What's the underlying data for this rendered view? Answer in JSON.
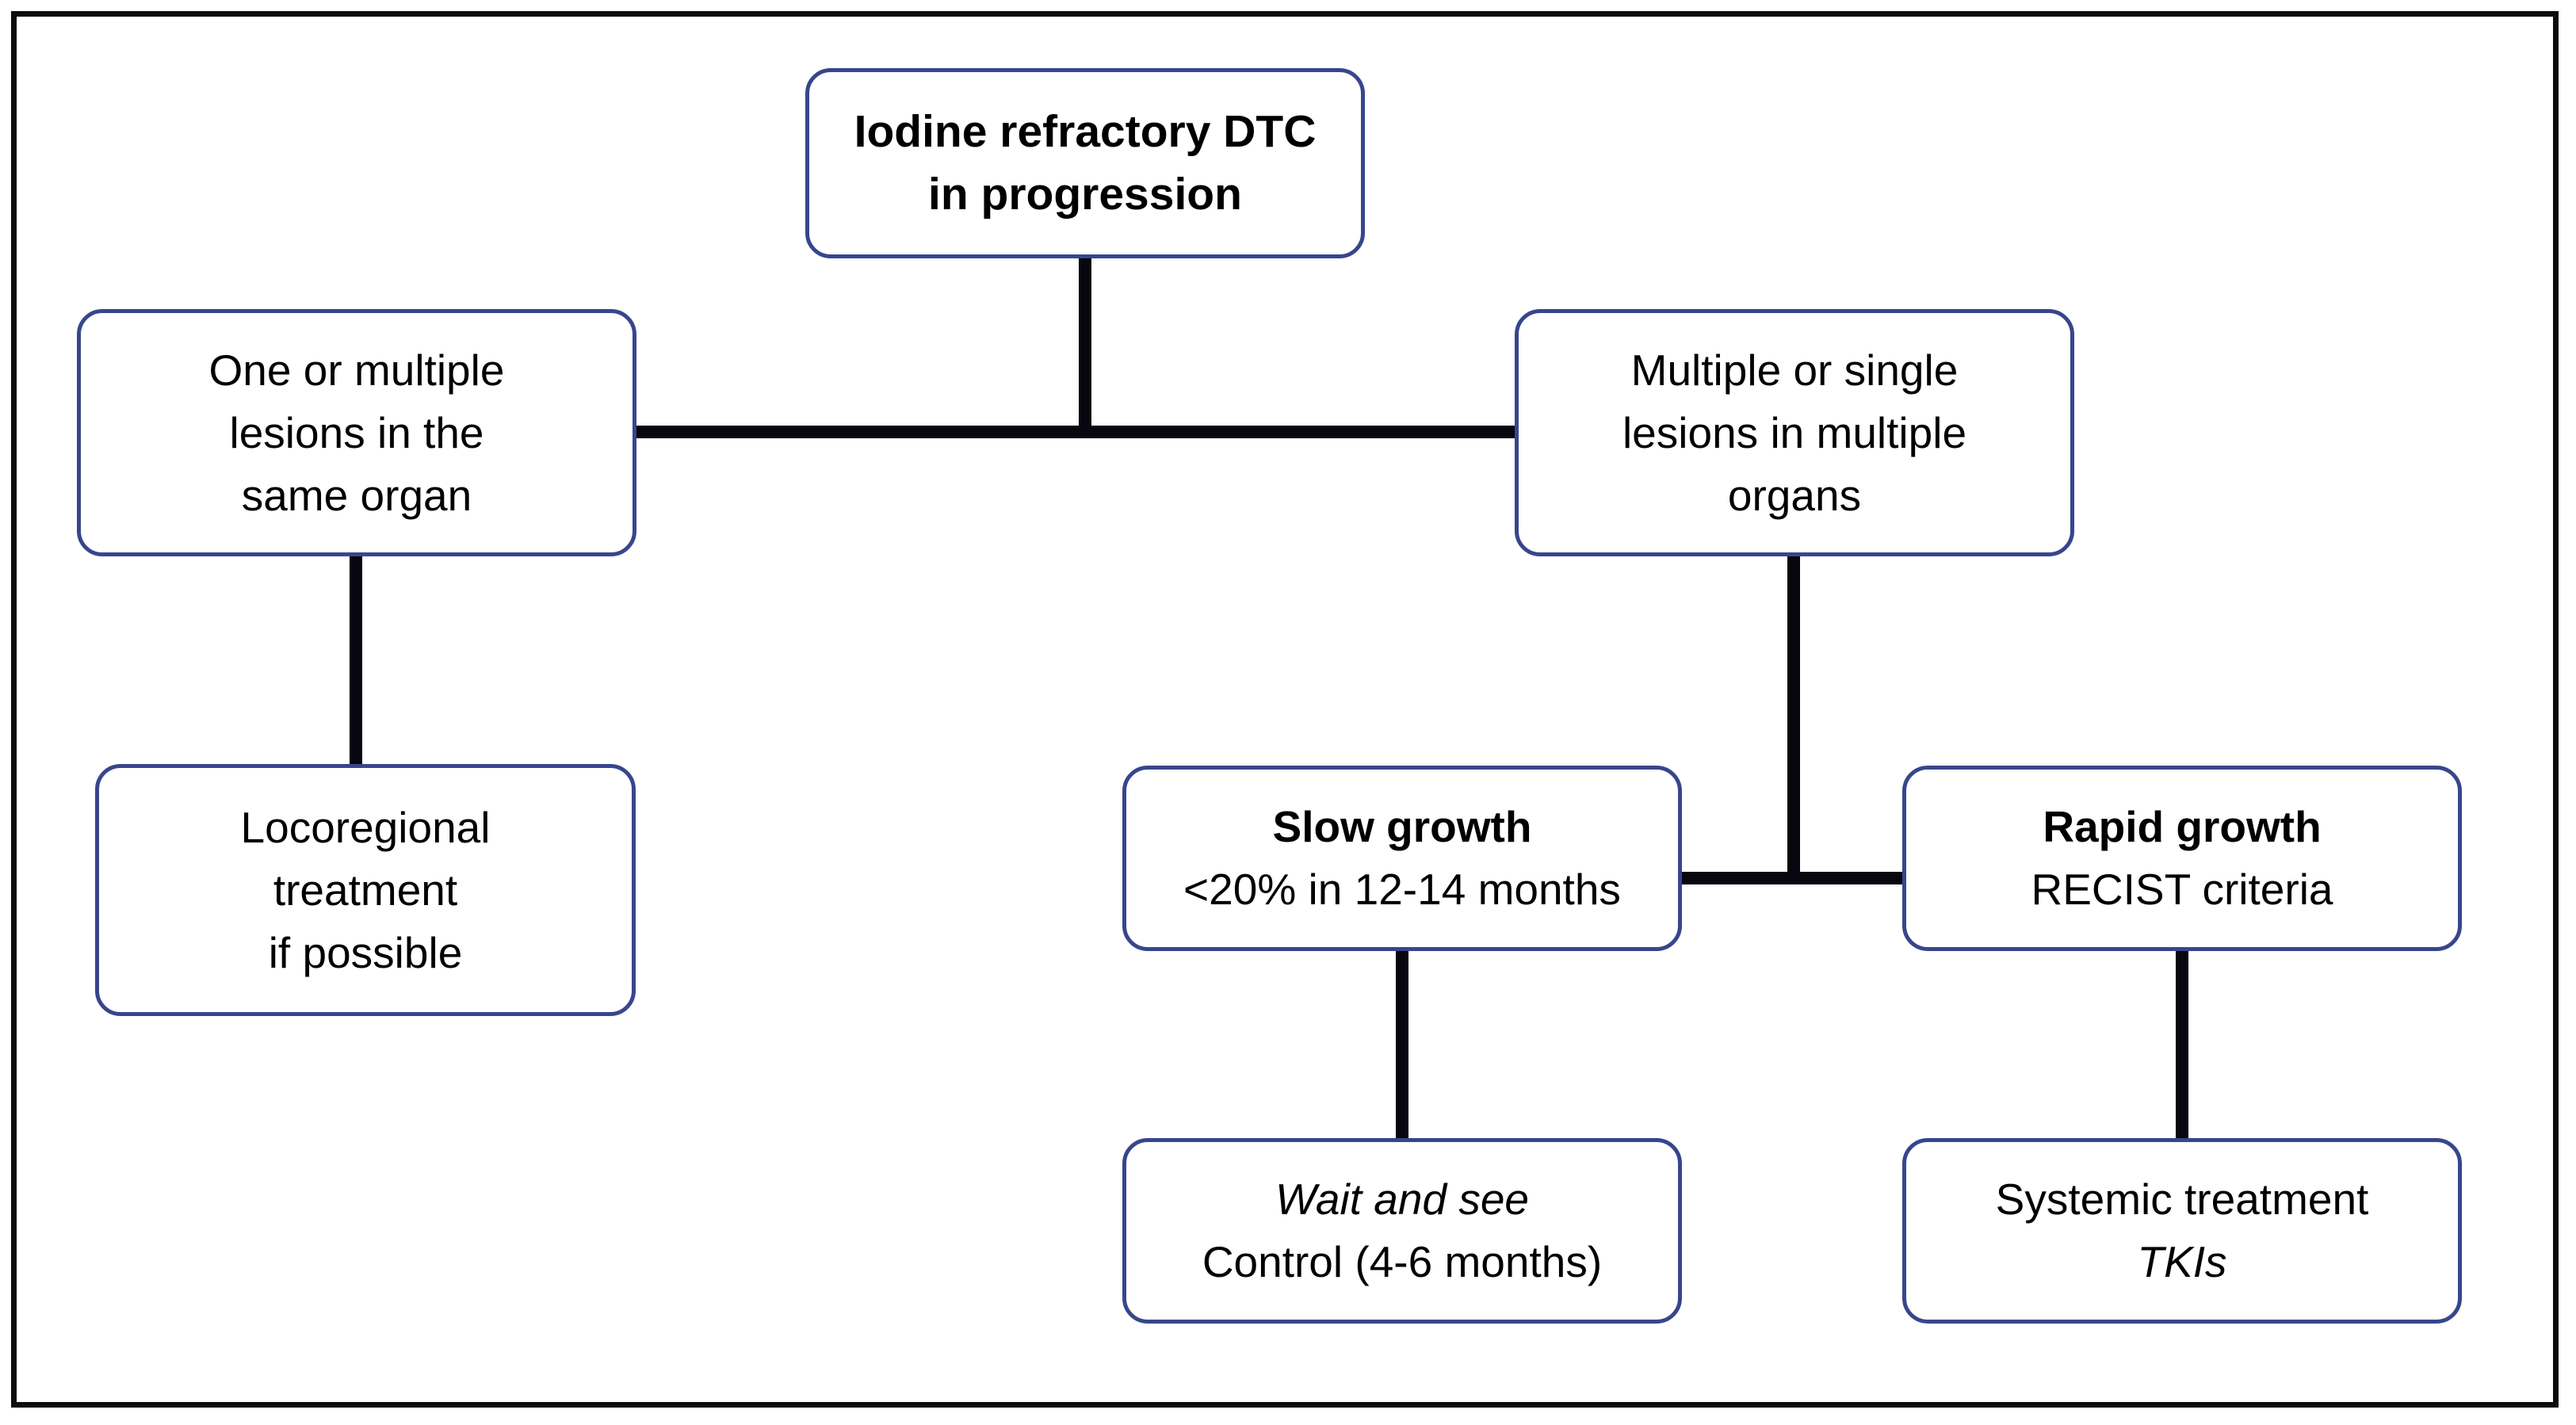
{
  "figure": {
    "type": "flowchart",
    "background_color": "#ffffff",
    "frame_color": "#0c0c0c",
    "box_border_color": "#37468c",
    "connector_color": "#07070f",
    "text_color": "#000000"
  },
  "nodes": {
    "root": {
      "line1": "Iodine refractory DTC",
      "line2": "in progression"
    },
    "left": {
      "line1": "One or multiple",
      "line2": "lesions in the",
      "line3": "same organ"
    },
    "right": {
      "line1": "Multiple or single",
      "line2": "lesions in multiple",
      "line3": "organs"
    },
    "locoregional": {
      "line1": "Locoregional",
      "line2": "treatment",
      "line3": "if possible"
    },
    "slow": {
      "line1": "Slow growth",
      "line2": "<20% in 12-14 months"
    },
    "rapid": {
      "line1": "Rapid growth",
      "line2": "RECIST criteria"
    },
    "wait": {
      "line1": "Wait and see",
      "line2": "Control (4-6 months)"
    },
    "systemic": {
      "line1": "Systemic treatment",
      "line2": "TKIs"
    }
  }
}
